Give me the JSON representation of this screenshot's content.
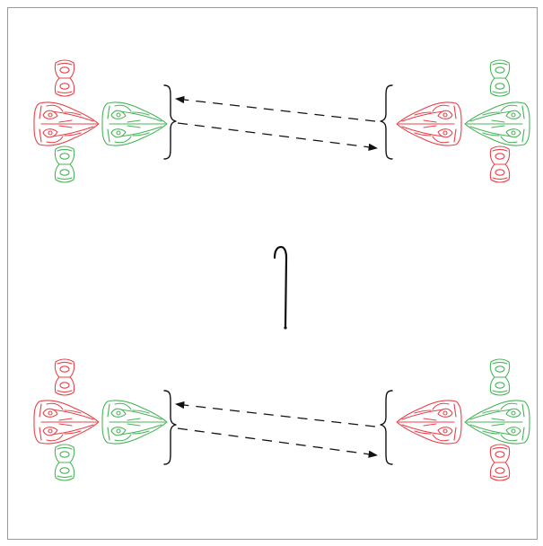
{
  "colors": {
    "red": "#e8424a",
    "green": "#48b45a",
    "ink": "#111111",
    "frame": "#9a9a9a",
    "background": "#ffffff"
  },
  "icons": {
    "large_mask": "long-nosed-venetian-mask-icon",
    "small_mask": "eye-mask-icon",
    "brace": "curly-brace-icon",
    "arrow": "dashed-arrow-icon",
    "center": "walking-cane-icon"
  },
  "panels": [
    {
      "name": "top-exchange",
      "left_group": {
        "stack_colors": [
          "red",
          "green"
        ],
        "large_colors": [
          "red",
          "green"
        ]
      },
      "right_group": {
        "stack_colors": [
          "green",
          "red"
        ],
        "large_colors": [
          "red",
          "green"
        ]
      },
      "arrows": [
        "right-to-left",
        "left-to-right"
      ]
    },
    {
      "name": "bottom-exchange",
      "left_group": {
        "stack_colors": [
          "red",
          "green"
        ],
        "large_colors": [
          "red",
          "green"
        ]
      },
      "right_group": {
        "stack_colors": [
          "green",
          "red"
        ],
        "large_colors": [
          "red",
          "green"
        ]
      },
      "arrows": [
        "right-to-left",
        "left-to-right"
      ]
    }
  ]
}
